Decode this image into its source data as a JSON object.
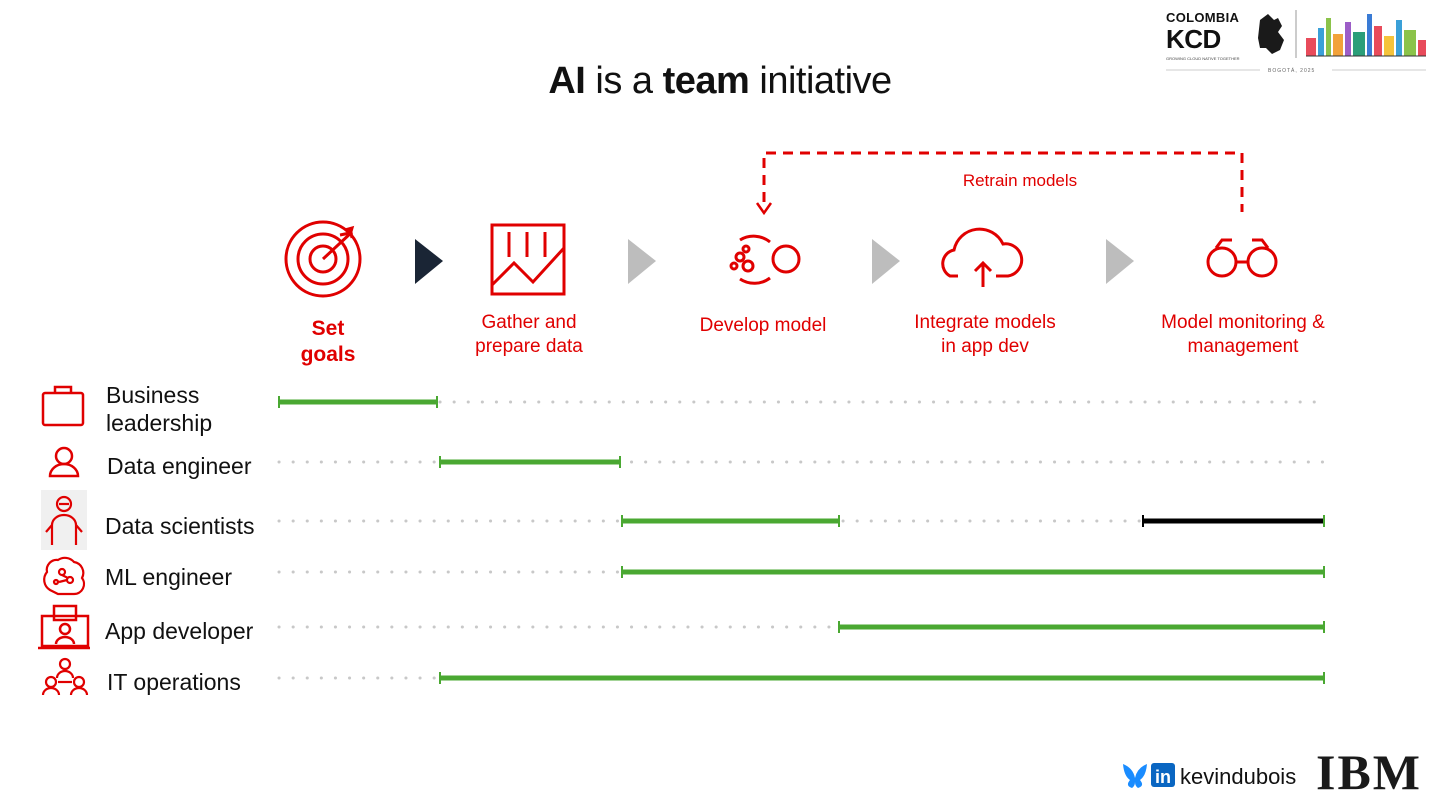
{
  "title": {
    "part1": "AI",
    "part2": " is a ",
    "part3": "team",
    "part4": " initiative"
  },
  "badge": {
    "line1": "COLOMBIA",
    "line2": "KCD",
    "tagline": "GROWING CLOUD NATIVE TOGETHER",
    "city": "BOGOTÁ, 2025"
  },
  "stages": [
    {
      "label": "Set\ngoals",
      "icon": "target-icon"
    },
    {
      "label": "Gather and\nprepare data",
      "icon": "data-chart-icon"
    },
    {
      "label": "Develop model",
      "icon": "model-gears-icon"
    },
    {
      "label": "Integrate models\nin app dev",
      "icon": "cloud-upload-icon"
    },
    {
      "label": "Model monitoring &\nmanagement",
      "icon": "binoculars-icon"
    }
  ],
  "retrain_label": "Retrain models",
  "roles": [
    {
      "label": "Business\nleadership",
      "icon": "briefcase-icon"
    },
    {
      "label": "Data engineer",
      "icon": "person-icon"
    },
    {
      "label": "Data scientists",
      "icon": "scientist-icon"
    },
    {
      "label": "ML engineer",
      "icon": "brain-icon"
    },
    {
      "label": "App developer",
      "icon": "developer-icon"
    },
    {
      "label": "IT operations",
      "icon": "team-icon"
    }
  ],
  "colors": {
    "accent_red": "#e00000",
    "bar_green": "#4aa832",
    "bar_black": "#000000",
    "arrow_dark": "#1a2535",
    "arrow_gray": "#bdbdbd"
  },
  "footer": {
    "handle": "kevindubois",
    "logo": "IBM"
  }
}
